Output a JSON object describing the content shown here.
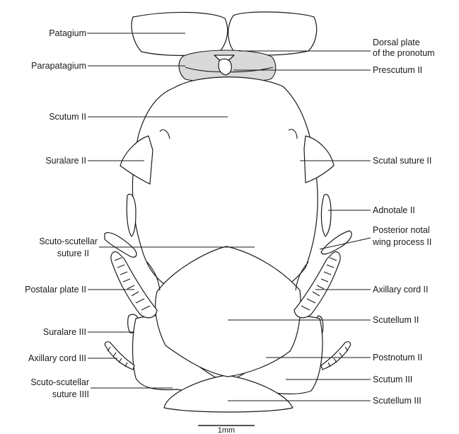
{
  "labels": {
    "patagium": "Patagium",
    "parapatagium": "Parapatagium",
    "scutum_ii": "Scutum II",
    "suralare_ii": "Suralare II",
    "scuto_scutellar_ii_line1": "Scuto-scutellar",
    "scuto_scutellar_ii_line2": "suture II",
    "postalar_plate_ii": "Postalar plate II",
    "suralare_iii": "Suralare III",
    "axillary_cord_iii": "Axillary cord III",
    "scuto_scutellar_iiii_line1": "Scuto-scutellar",
    "scuto_scutellar_iiii_line2": "suture IIII",
    "dorsal_plate_line1": "Dorsal plate",
    "dorsal_plate_line2": "of the pronotum",
    "prescutum_ii": "Prescutum II",
    "scutal_suture_ii": "Scutal suture II",
    "adnotale_ii": "Adnotale II",
    "posterior_notal_line1": "Posterior notal",
    "posterior_notal_line2": "wing process II",
    "axillary_cord_ii": "Axillary cord II",
    "scutellum_ii": "Scutellum II",
    "postnotum_ii": "Postnotum II",
    "scutum_iii": "Scutum III",
    "scutellum_iii": "Scutellum III"
  },
  "scale_bar": {
    "label": "1mm"
  }
}
